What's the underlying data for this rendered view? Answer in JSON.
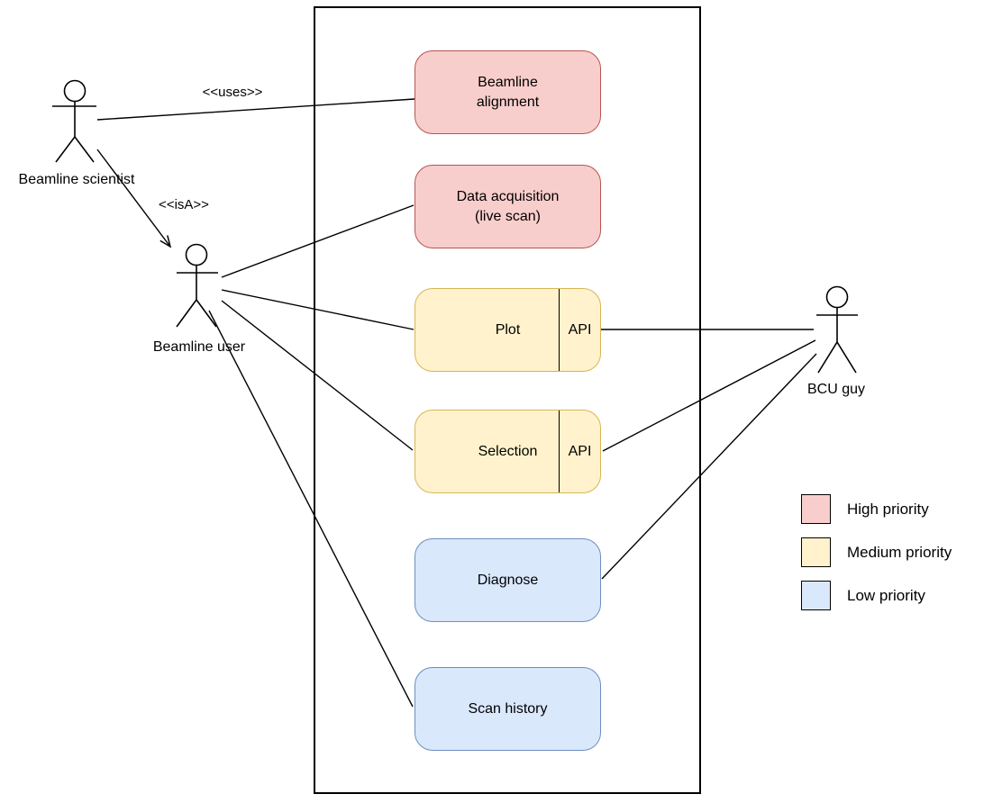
{
  "diagram": {
    "type": "uml-use-case",
    "actors": [
      {
        "id": "beamline-scientist",
        "label": "Beamline scientist"
      },
      {
        "id": "beamline-user",
        "label": "Beamline user"
      },
      {
        "id": "bcu-guy",
        "label": "BCU guy"
      }
    ],
    "stereotypes": {
      "uses": "<<uses>>",
      "isA": "<<isA>>"
    },
    "use_cases": [
      {
        "id": "beamline-alignment",
        "label": "Beamline\nalignment",
        "priority": "high"
      },
      {
        "id": "data-acquisition",
        "label": "Data acquisition\n(live scan)",
        "priority": "high"
      },
      {
        "id": "plot",
        "label": "Plot",
        "api_label": "API",
        "priority": "medium"
      },
      {
        "id": "selection",
        "label": "Selection",
        "api_label": "API",
        "priority": "medium"
      },
      {
        "id": "diagnose",
        "label": "Diagnose",
        "priority": "low"
      },
      {
        "id": "scan-history",
        "label": "Scan history",
        "priority": "low"
      }
    ],
    "relationships": [
      {
        "from": "beamline-scientist",
        "to": "beamline-alignment",
        "stereotype": "<<uses>>"
      },
      {
        "from": "beamline-scientist",
        "to": "beamline-user",
        "stereotype": "<<isA>>",
        "arrow": "open"
      },
      {
        "from": "beamline-user",
        "to": "data-acquisition"
      },
      {
        "from": "beamline-user",
        "to": "plot"
      },
      {
        "from": "beamline-user",
        "to": "selection"
      },
      {
        "from": "beamline-user",
        "to": "scan-history"
      },
      {
        "from": "plot-api",
        "to": "bcu-guy"
      },
      {
        "from": "selection-api",
        "to": "bcu-guy"
      },
      {
        "from": "diagnose",
        "to": "bcu-guy"
      }
    ],
    "legend": [
      {
        "label": "High priority",
        "fill": "#f8cecc",
        "border": "#b85450"
      },
      {
        "label": "Medium priority",
        "fill": "#fff2cc",
        "border": "#d6b656"
      },
      {
        "label": "Low priority",
        "fill": "#dae8fc",
        "border": "#6c8ebf"
      }
    ]
  }
}
